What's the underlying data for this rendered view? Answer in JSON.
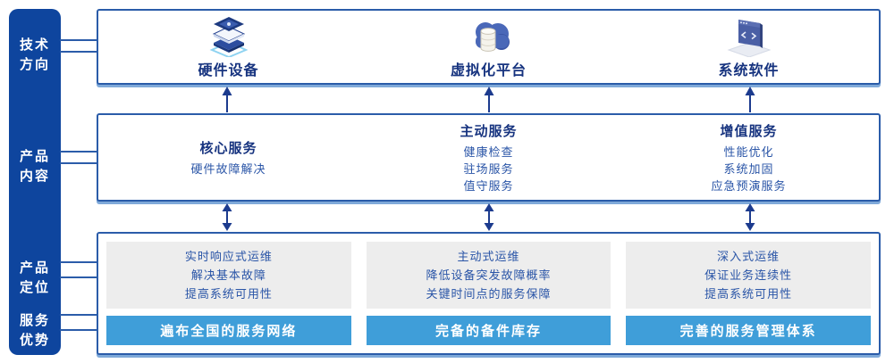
{
  "sidebar": {
    "items": [
      {
        "label": "技术\n方向"
      },
      {
        "label": "产品\n内容"
      },
      {
        "label": "产品\n定位"
      },
      {
        "label": "服务\n优势"
      }
    ]
  },
  "tech_row": {
    "items": [
      {
        "icon": "server-stack-icon",
        "label": "硬件设备"
      },
      {
        "icon": "cloud-database-icon",
        "label": "虚拟化平台"
      },
      {
        "icon": "software-screen-icon",
        "label": "系统软件"
      }
    ]
  },
  "services_row": {
    "columns": [
      {
        "title": "核心服务",
        "items": [
          "硬件故障解决"
        ]
      },
      {
        "title": "主动服务",
        "items": [
          "健康检查",
          "驻场服务",
          "值守服务"
        ]
      },
      {
        "title": "增值服务",
        "items": [
          "性能优化",
          "系统加固",
          "应急预演服务"
        ]
      }
    ]
  },
  "positioning_row": {
    "columns": [
      {
        "lines": [
          "实时响应式运维",
          "解决基本故障",
          "提高系统可用性"
        ],
        "highlight": "遍布全国的服务网络"
      },
      {
        "lines": [
          "主动式运维",
          "降低设备突发故障概率",
          "关键时间点的服务保障"
        ],
        "highlight": "完备的备件库存"
      },
      {
        "lines": [
          "深入式运维",
          "保证业务连续性",
          "提高系统可用性"
        ],
        "highlight": "完善的服务管理体系"
      }
    ]
  },
  "colors": {
    "sidebar_bg": "#0e459e",
    "box_border": "#2b5ca9",
    "box_shadow": "#7fa9d9",
    "arrow": "#1c3b8e",
    "heading": "#16337f",
    "body": "#2a55a7",
    "panel_bg": "#ededed",
    "bar_bg": "#3f9ed9",
    "bar_text": "#ffffff",
    "connector": "#2b5ca9"
  }
}
